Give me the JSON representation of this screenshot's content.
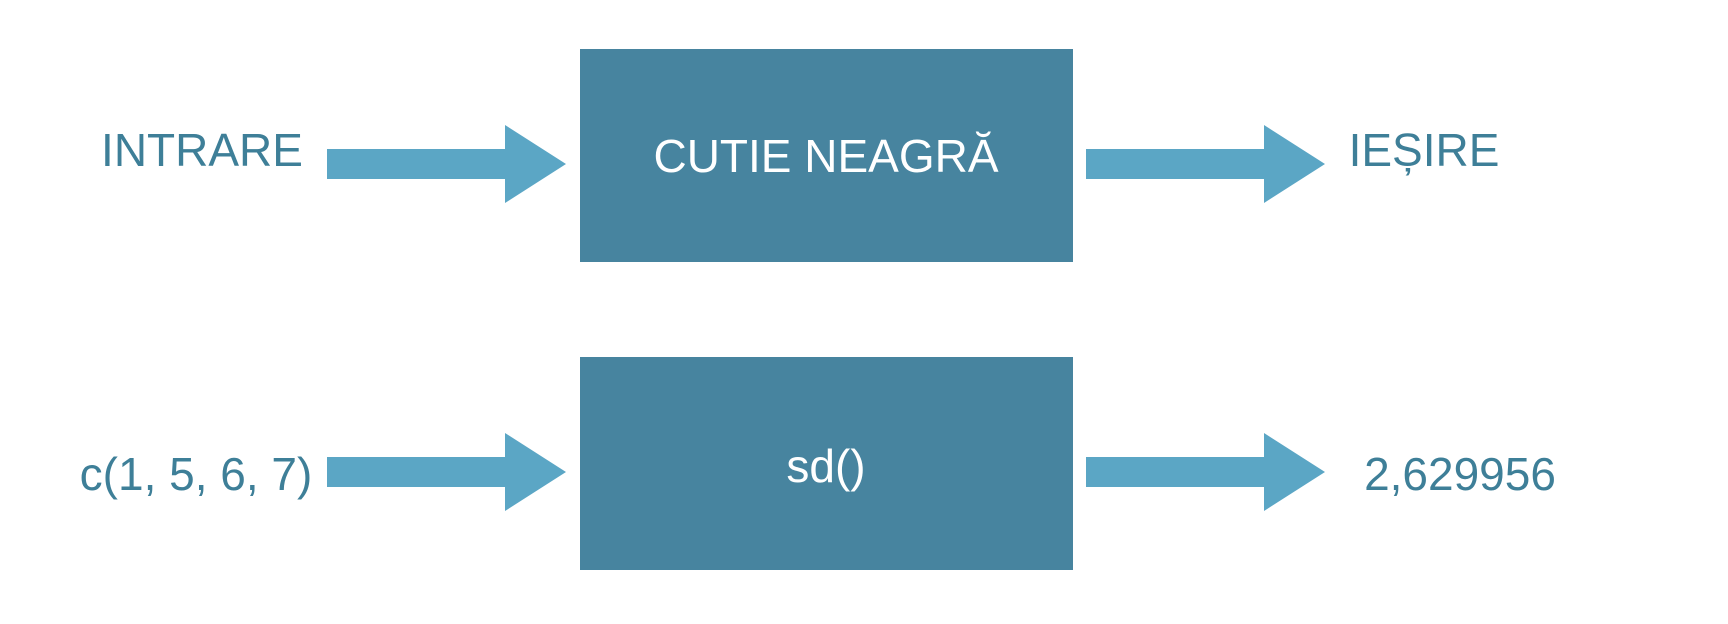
{
  "colors": {
    "box": "#47849F",
    "arrow": "#5BA6C5",
    "label": "#3E7F98",
    "box_text": "#FFFFFF",
    "background": "#FFFFFF"
  },
  "rows": [
    {
      "input": "INTRARE",
      "box": "CUTIE NEAGRĂ",
      "output": "IEȘIRE"
    },
    {
      "input": "c(1, 5, 6, 7)",
      "box": "sd()",
      "output": "2,629956"
    }
  ]
}
